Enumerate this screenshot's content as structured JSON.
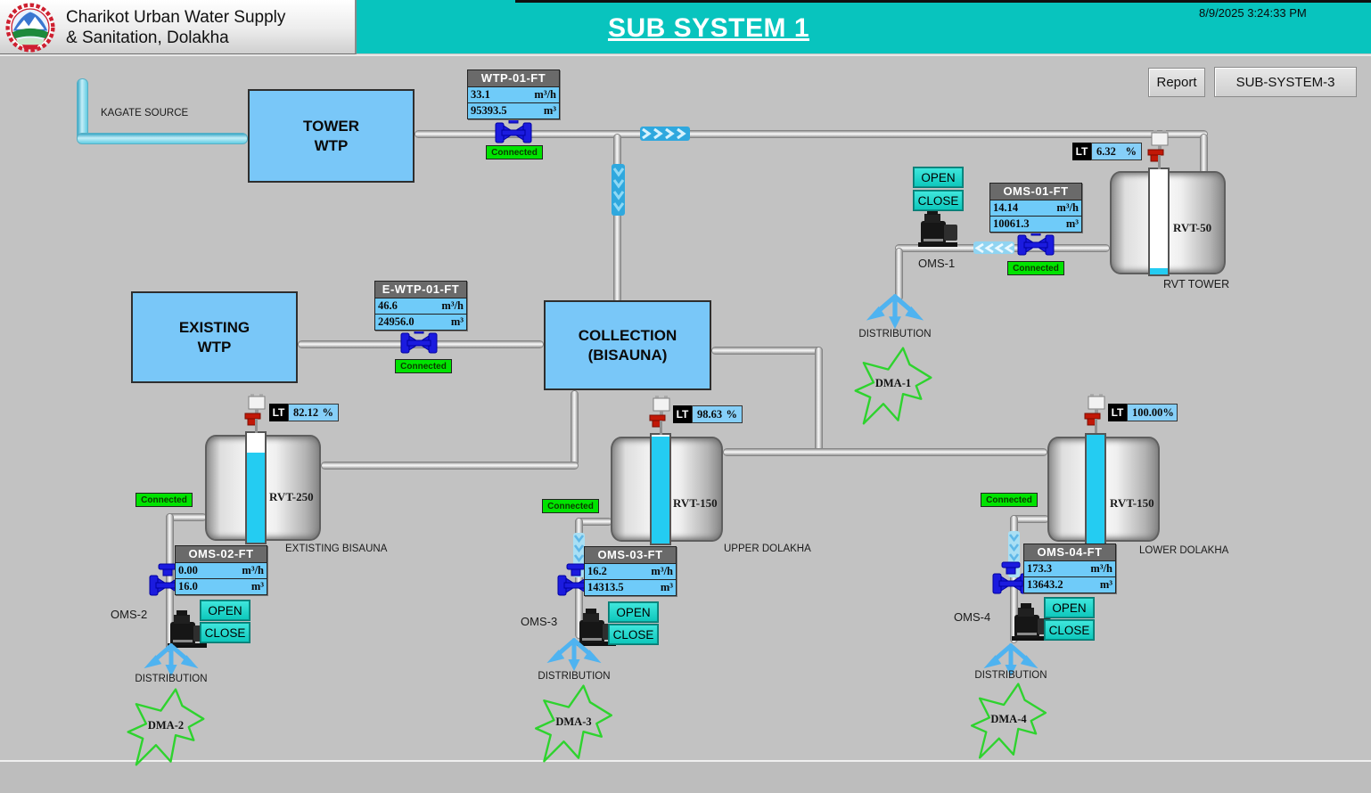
{
  "colors": {
    "header_teal": "#08C4BE",
    "plant_blue": "#79C7F8",
    "meter_row_blue": "#6FCBF9",
    "connected_green": "#00E300",
    "button_teal": "#17D8CC",
    "dma_green": "#2ED32E",
    "flow_arrow_blue": "#2FA8DE",
    "valve_blue": "#1B1BDF",
    "tank_valve_red": "#C21807",
    "water_cyan": "#24CCF2"
  },
  "header": {
    "org_line1": "Charikot Urban Water Supply",
    "org_line2": "& Sanitation, Dolakha",
    "title": "SUB SYSTEM 1",
    "timestamp": "8/9/2025 3:24:33 PM"
  },
  "toolbar": {
    "report": "Report",
    "subsystem": "SUB-SYSTEM-3"
  },
  "source": {
    "label": "KAGATE SOURCE"
  },
  "plants": {
    "tower": {
      "line1": "TOWER",
      "line2": "WTP"
    },
    "existing": {
      "line1": "EXISTING",
      "line2": "WTP"
    },
    "collection": {
      "line1": "COLLECTION",
      "line2": "(BISAUNA)"
    }
  },
  "flow_meters": [
    {
      "tag": "WTP-01-FT",
      "flow": "33.1",
      "flow_unit": "m³/h",
      "total": "95393.5",
      "total_unit": "m³",
      "status": "Connected"
    },
    {
      "tag": "E-WTP-01-FT",
      "flow": "46.6",
      "flow_unit": "m³/h",
      "total": "24956.0",
      "total_unit": "m³",
      "status": "Connected"
    },
    {
      "tag": "OMS-01-FT",
      "flow": "14.14",
      "flow_unit": "m³/h",
      "total": "10061.3",
      "total_unit": "m³",
      "status": "Connected"
    },
    {
      "tag": "OMS-02-FT",
      "flow": "0.00",
      "flow_unit": "m³/h",
      "total": "16.0",
      "total_unit": "m³",
      "status": "Connected"
    },
    {
      "tag": "OMS-03-FT",
      "flow": "16.2",
      "flow_unit": "m³/h",
      "total": "14313.5",
      "total_unit": "m³",
      "status": "Connected"
    },
    {
      "tag": "OMS-04-FT",
      "flow": "173.3",
      "flow_unit": "m³/h",
      "total": "13643.2",
      "total_unit": "m³",
      "status": "Connected"
    }
  ],
  "tanks": [
    {
      "name": "RVT-50",
      "caption": "RVT TOWER",
      "lt": "LT",
      "level": "6.32",
      "level_pct": 6.32,
      "unit": "%"
    },
    {
      "name": "RVT-250",
      "caption": "EXTISTING BISAUNA",
      "lt": "LT",
      "level": "82.12",
      "level_pct": 82.12,
      "unit": "%"
    },
    {
      "name": "RVT-150",
      "caption": "UPPER DOLAKHA",
      "lt": "LT",
      "level": "98.63",
      "level_pct": 98.63,
      "unit": "%"
    },
    {
      "name": "RVT-150",
      "caption": "LOWER DOLAKHA",
      "lt": "LT",
      "level": "100.00",
      "level_pct": 100,
      "unit": "%"
    }
  ],
  "stations": [
    {
      "name": "OMS-1",
      "open": "OPEN",
      "close": "CLOSE",
      "dist": "DISTRIBUTION",
      "dma": "DMA-1"
    },
    {
      "name": "OMS-2",
      "open": "OPEN",
      "close": "CLOSE",
      "dist": "DISTRIBUTION",
      "dma": "DMA-2"
    },
    {
      "name": "OMS-3",
      "open": "OPEN",
      "close": "CLOSE",
      "dist": "DISTRIBUTION",
      "dma": "DMA-3"
    },
    {
      "name": "OMS-4",
      "open": "OPEN",
      "close": "CLOSE",
      "dist": "DISTRIBUTION",
      "dma": "DMA-4"
    }
  ]
}
